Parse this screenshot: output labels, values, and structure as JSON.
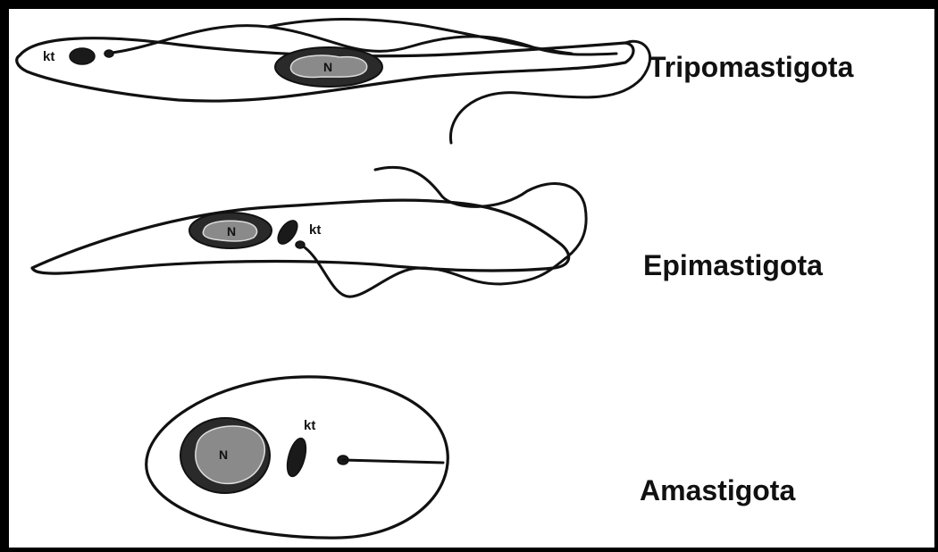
{
  "stages": {
    "tripomastigota": {
      "label": "Tripomastigota",
      "kinetoplast_label": "kt",
      "nucleus_label": "N"
    },
    "epimastigota": {
      "label": "Epimastigota",
      "kinetoplast_label": "kt",
      "nucleus_label": "N"
    },
    "amastigota": {
      "label": "Amastigota",
      "kinetoplast_label": "kt",
      "nucleus_label": "N"
    }
  },
  "colors": {
    "frame": "#000000",
    "background": "#ffffff",
    "ink": "#111111",
    "nucleus_outer": "#2a2a2a",
    "nucleus_inner": "#8a8a8a"
  }
}
